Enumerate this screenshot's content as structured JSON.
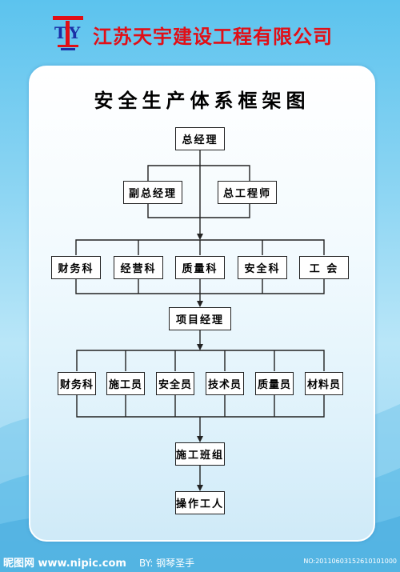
{
  "header": {
    "company": "江苏天宇建设工程有限公司"
  },
  "chart": {
    "title": "安全生产体系框架图",
    "nodes": {
      "gm": "总经理",
      "deputy": "副总经理",
      "chief_engineer": "总工程师",
      "dept_finance": "财务科",
      "dept_operations": "经营科",
      "dept_quality": "质量科",
      "dept_safety": "安全科",
      "dept_union": "工 会",
      "project_manager": "项目经理",
      "staff_finance": "财务科",
      "staff_construction": "施工员",
      "staff_safety": "安全员",
      "staff_technical": "技术员",
      "staff_quality": "质量员",
      "staff_materials": "材料员",
      "team": "施工班组",
      "workers": "操作工人"
    }
  },
  "footer": {
    "site": "昵图网 www.nipic.com",
    "by": "BY: 钢琴圣手",
    "no": "NO:20110603152610101000"
  }
}
